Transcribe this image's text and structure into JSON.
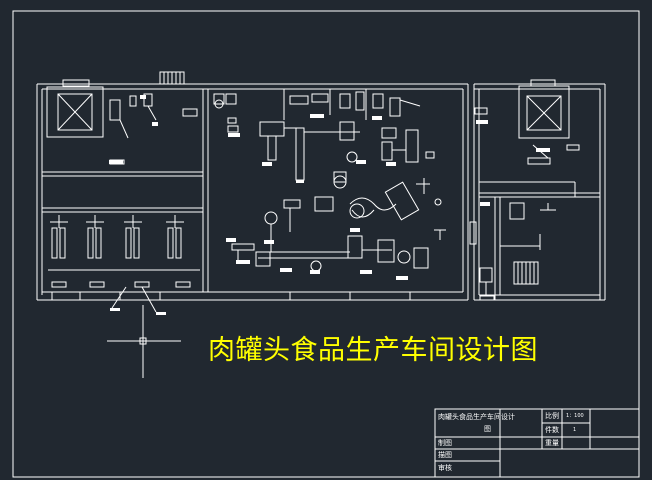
{
  "drawing": {
    "main_title": "肉罐头食品生产车间设计图"
  },
  "title_block": {
    "name_line1": "肉罐头食品生产车间设计",
    "name_line2": "图",
    "scale_label": "比例",
    "scale_value": "1：100",
    "count_label": "件数",
    "count_value": "1",
    "weight_label": "重量",
    "row_drawn": "制图",
    "row_drafted": "描图",
    "row_checked": "审核"
  }
}
